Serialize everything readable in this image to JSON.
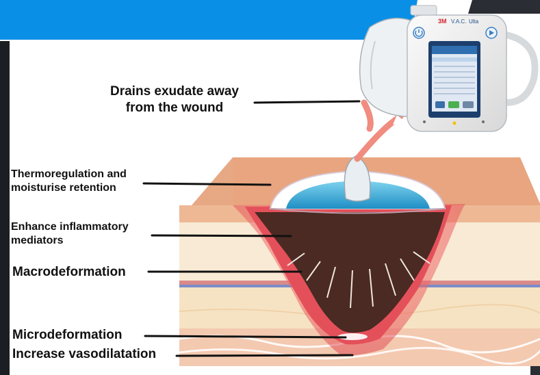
{
  "labels": {
    "drains_line1": "Drains exudate away",
    "drains_line2": "from the wound",
    "thermo_line1": "Thermoregulation and",
    "thermo_line2": "moisturise retention",
    "inflam_line1": "Enhance inflammatory",
    "inflam_line2": "mediators",
    "macro": "Macrodeformation",
    "micro": "Microdeformation",
    "vaso": "Increase vasodilatation"
  },
  "device": {
    "brand": "3M",
    "model": "V.A.C.",
    "model_suffix": "Ulta"
  },
  "colors": {
    "banner": "#0a8fe6",
    "dark_left": "#1b1e23",
    "skin_top": "#e9a27b",
    "skin_side": "#f0c0a3",
    "fat": "#f7e6cc",
    "wound": "#4a2a22",
    "inflam": "#e9505a",
    "foam": "#36aad6",
    "leader": "#111111"
  }
}
